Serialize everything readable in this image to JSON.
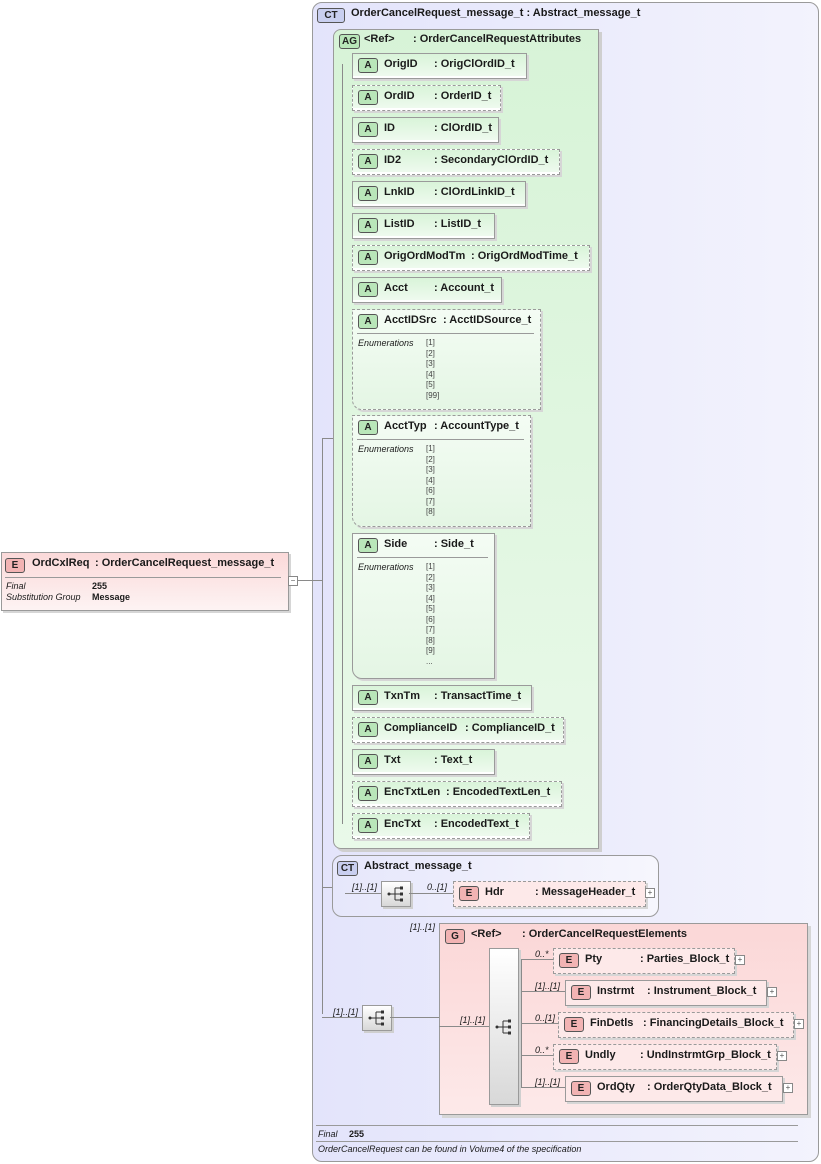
{
  "root_element": {
    "badge": "E",
    "name": "OrdCxlReq",
    "type": ": OrderCancelRequest_message_t",
    "props": [
      {
        "label": "Final",
        "value": "255"
      },
      {
        "label": "Substitution Group",
        "value": "Message"
      }
    ]
  },
  "complex_type": {
    "badge": "CT",
    "title": "OrderCancelRequest_message_t",
    "base": ": Abstract_message_t",
    "footer_label": "Final",
    "footer_value": "255",
    "footer_note": "OrderCancelRequest can be found in Volume4 of the specification"
  },
  "attribute_group": {
    "badge": "AG",
    "ref": "<Ref>",
    "name": ": OrderCancelRequestAttributes",
    "enum_label": "Enumerations",
    "attributes": [
      {
        "name": "OrigID",
        "type": ": OrigClOrdID_t"
      },
      {
        "name": "OrdID",
        "type": ": OrderID_t"
      },
      {
        "name": "ID",
        "type": ": ClOrdID_t"
      },
      {
        "name": "ID2",
        "type": ": SecondaryClOrdID_t"
      },
      {
        "name": "LnkID",
        "type": ": ClOrdLinkID_t"
      },
      {
        "name": "ListID",
        "type": ": ListID_t"
      },
      {
        "name": "OrigOrdModTm",
        "type": ": OrigOrdModTime_t"
      },
      {
        "name": "Acct",
        "type": ": Account_t"
      },
      {
        "name": "AcctIDSrc",
        "type": ": AcctIDSource_t",
        "enumerations": [
          "[1]",
          "[2]",
          "[3]",
          "[4]",
          "[5]",
          "[99]"
        ]
      },
      {
        "name": "AcctTyp",
        "type": ": AccountType_t",
        "enumerations": [
          "[1]",
          "[2]",
          "[3]",
          "[4]",
          "[6]",
          "[7]",
          "[8]"
        ]
      },
      {
        "name": "Side",
        "type": ": Side_t",
        "enumerations": [
          "[1]",
          "[2]",
          "[3]",
          "[4]",
          "[5]",
          "[6]",
          "[7]",
          "[8]",
          "[9]",
          "..."
        ]
      },
      {
        "name": "TxnTm",
        "type": ": TransactTime_t"
      },
      {
        "name": "ComplianceID",
        "type": ": ComplianceID_t"
      },
      {
        "name": "Txt",
        "type": ": Text_t"
      },
      {
        "name": "EncTxtLen",
        "type": ": EncodedTextLen_t"
      },
      {
        "name": "EncTxt",
        "type": ": EncodedText_t"
      }
    ]
  },
  "abstract_type": {
    "badge": "CT",
    "title": "Abstract_message_t",
    "seq_mult": "[1]..[1]",
    "hdr": {
      "badge": "E",
      "mult": "0..[1]",
      "name": "Hdr",
      "type": ": MessageHeader_t"
    }
  },
  "group": {
    "badge": "G",
    "ref": "<Ref>",
    "name": ": OrderCancelRequestElements",
    "group_mult": "[1]..[1]",
    "outer_seq_mult": "[1]..[1]",
    "inner_seq_mult": "[1]..[1]",
    "elements": [
      {
        "badge": "E",
        "mult": "0..*",
        "name": "Pty",
        "type": ": Parties_Block_t"
      },
      {
        "badge": "E",
        "mult": "[1]..[1]",
        "name": "Instrmt",
        "type": ": Instrument_Block_t"
      },
      {
        "badge": "E",
        "mult": "0..[1]",
        "name": "FinDetls",
        "type": ": FinancingDetails_Block_t"
      },
      {
        "badge": "E",
        "mult": "0..*",
        "name": "Undly",
        "type": ": UndInstrmtGrp_Block_t"
      },
      {
        "badge": "E",
        "mult": "[1]..[1]",
        "name": "OrdQty",
        "type": ": OrderQtyData_Block_t"
      }
    ]
  },
  "icons": {
    "expand": "plus-icon",
    "collapse": "minus-icon",
    "sequence": "sequence-icon"
  }
}
